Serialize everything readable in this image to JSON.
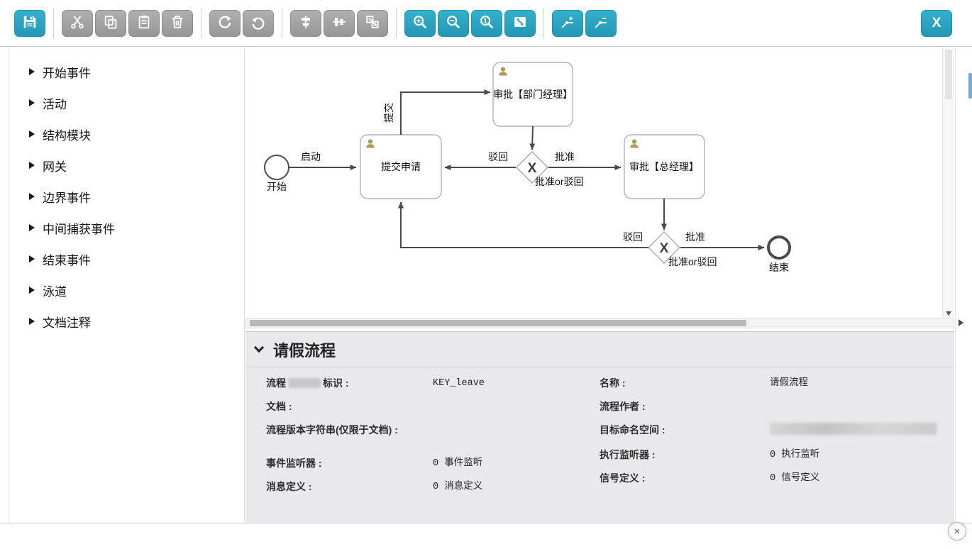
{
  "toolbar": {
    "buttons": [
      {
        "name": "save",
        "icon": "floppy-disk",
        "enabled": true
      },
      {
        "name": "cut",
        "icon": "scissors",
        "enabled": false
      },
      {
        "name": "copy",
        "icon": "copy",
        "enabled": false
      },
      {
        "name": "paste",
        "icon": "clipboard-paste",
        "enabled": false
      },
      {
        "name": "delete",
        "icon": "trash",
        "enabled": false
      },
      {
        "name": "redo",
        "icon": "redo-arrow",
        "enabled": false
      },
      {
        "name": "undo",
        "icon": "undo-arrow",
        "enabled": false
      },
      {
        "name": "align-vertical",
        "icon": "align-vertical",
        "enabled": false
      },
      {
        "name": "align-horizontal",
        "icon": "align-horizontal",
        "enabled": false
      },
      {
        "name": "same-size",
        "icon": "resize",
        "enabled": false
      },
      {
        "name": "zoom-in",
        "icon": "magnifier-plus",
        "enabled": true
      },
      {
        "name": "zoom-out",
        "icon": "magnifier-minus",
        "enabled": true
      },
      {
        "name": "zoom-actual",
        "icon": "magnifier-one",
        "enabled": true
      },
      {
        "name": "zoom-fit",
        "icon": "fit-screen",
        "enabled": true
      },
      {
        "name": "add-bendpoint",
        "icon": "bendpoint-plus",
        "enabled": true
      },
      {
        "name": "remove-bendpoint",
        "icon": "bendpoint-minus",
        "enabled": true
      }
    ],
    "close_button_label": "X"
  },
  "sidebar": {
    "items": [
      "开始事件",
      "活动",
      "结构模块",
      "网关",
      "边界事件",
      "中间捕获事件",
      "结束事件",
      "泳道",
      "文档注释"
    ]
  },
  "canvas": {
    "diagram": {
      "nodes": {
        "start": {
          "type": "start-event",
          "label": "开始"
        },
        "submit_task": {
          "type": "user-task",
          "label": "提交申请"
        },
        "dept_task": {
          "type": "user-task",
          "label": "审批【部门经理】"
        },
        "gateway1": {
          "type": "exclusive-gateway",
          "symbol": "X",
          "label": "批准or驳回"
        },
        "gm_task": {
          "type": "user-task",
          "label": "审批【总经理】"
        },
        "gateway2": {
          "type": "exclusive-gateway",
          "symbol": "X",
          "label": "批准or驳回"
        },
        "end": {
          "type": "end-event",
          "label": "结束"
        }
      },
      "edges": {
        "start_to_submit": "启动",
        "submit_to_dept": "提交",
        "gw1_to_submit": "驳回",
        "gw1_to_gm": "批准",
        "gw2_to_submit": "驳回",
        "gw2_to_end": "批准"
      }
    }
  },
  "properties": {
    "title": "请假流程",
    "left": [
      {
        "label_prefix": "流程",
        "label_suffix": "标识 :",
        "redacted_label": true,
        "value": "KEY_leave"
      },
      {
        "label": "文档 :",
        "value": ""
      },
      {
        "label": "流程版本字符串(仅限于文档) :",
        "value": ""
      },
      {
        "label": "事件监听器 :",
        "value": "0 事件监听"
      },
      {
        "label": "消息定义 :",
        "value": "0 消息定义"
      }
    ],
    "right": [
      {
        "label": "名称 :",
        "value": "请假流程"
      },
      {
        "label": "流程作者 :",
        "value": ""
      },
      {
        "label": "目标命名空间 :",
        "value": "",
        "redacted_value": true
      },
      {
        "label": "执行监听器 :",
        "value": "0 执行监听"
      },
      {
        "label": "信号定义 :",
        "value": "0 信号定义"
      }
    ]
  },
  "page": {
    "close_label": "×"
  }
}
